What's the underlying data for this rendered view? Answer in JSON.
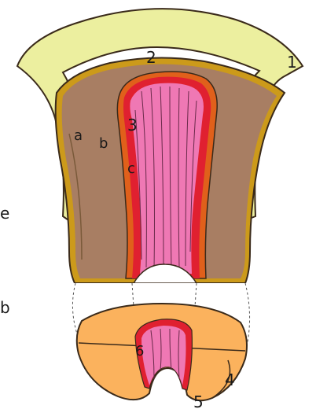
{
  "labels": {
    "l1": "1",
    "l2": "2",
    "l3": "3",
    "l4": "4",
    "l5": "5",
    "l6": "6",
    "la": "a",
    "lb": "b",
    "lc": "c",
    "edge_e": "e",
    "edge_b": "b"
  },
  "colors": {
    "perimetrium": "#ecef9f",
    "myometrium": "#a87e63",
    "myometrium_band": "#cc9a1a",
    "endometrium_basal": "#e0601b",
    "endometrium_red": "#e02030",
    "endometrium_functional": "#ef78b4",
    "cervix_wall": "#fbb25d",
    "outline": "#3a2a1a"
  }
}
